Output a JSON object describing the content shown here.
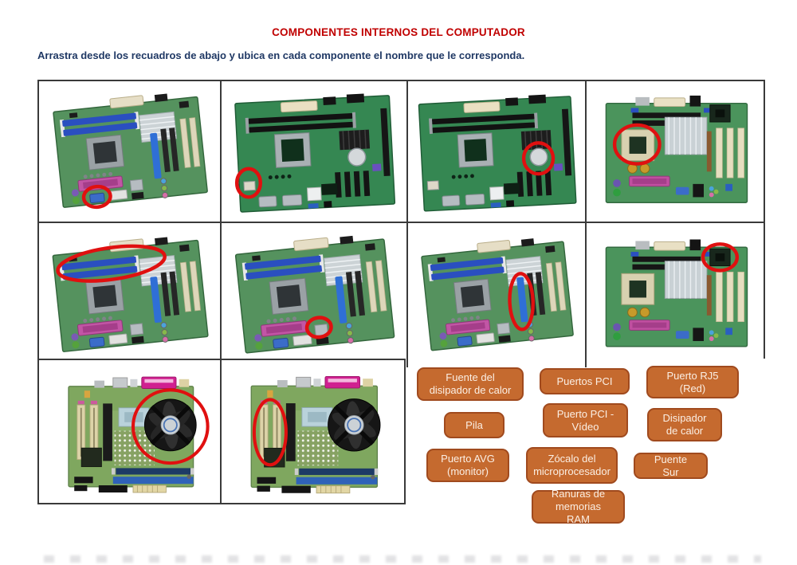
{
  "page": {
    "title": "COMPONENTES INTERNOS DEL COMPUTADOR",
    "instruction": "Arrastra desde los recuadros de abajo y ubica en cada componente el nombre que le corresponda."
  },
  "colors": {
    "title_color": "#C00000",
    "instruction_color": "#1F3864",
    "table_border": "#3a3a3a",
    "highlight": "#E01010",
    "label_bg": "#C56A2F",
    "label_border": "#A04A1E",
    "label_text": "#FBEFE4"
  },
  "labels": [
    {
      "id": "fuente-disipador",
      "text": "Fuente del disipador de calor"
    },
    {
      "id": "puertos-pci",
      "text": "Puertos PCI"
    },
    {
      "id": "puerto-rj5",
      "text": "Puerto RJ5 (Red)"
    },
    {
      "id": "pila",
      "text": "Pila"
    },
    {
      "id": "puerto-pci-video",
      "text": "Puerto PCI - Vídeo"
    },
    {
      "id": "disipador-de-calor",
      "text": "Disipador de calor"
    },
    {
      "id": "puerto-avg",
      "text": "Puerto AVG (monitor)"
    },
    {
      "id": "zocalo-microprocesador",
      "text": "Zócalo del microprocesador"
    },
    {
      "id": "puente-sur",
      "text": "Puente Sur"
    },
    {
      "id": "ranuras-ram",
      "text": "Ranuras de memorias RAM"
    }
  ],
  "cells": [
    {
      "row": 1,
      "col": 1,
      "circled": "vga-port"
    },
    {
      "row": 1,
      "col": 2,
      "circled": "left-edge-connector"
    },
    {
      "row": 1,
      "col": 3,
      "circled": "battery"
    },
    {
      "row": 1,
      "col": 4,
      "circled": "cpu-socket"
    },
    {
      "row": 2,
      "col": 1,
      "circled": "ram-slots"
    },
    {
      "row": 2,
      "col": 2,
      "circled": "ethernet-port"
    },
    {
      "row": 2,
      "col": 3,
      "circled": "pci-express-video-slot"
    },
    {
      "row": 2,
      "col": 4,
      "circled": "southbridge-chip"
    },
    {
      "row": 3,
      "col": 1,
      "circled": "cpu-fan-heatsink"
    },
    {
      "row": 3,
      "col": 2,
      "circled": "pci-slots"
    }
  ]
}
